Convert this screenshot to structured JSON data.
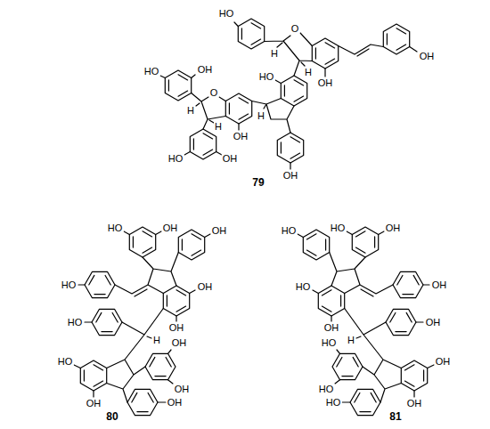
{
  "diagram": {
    "labels": [
      "HO",
      "O",
      "H",
      "H",
      "OH",
      "OH",
      "HO",
      "H",
      "OH",
      "O",
      "OH",
      "HO",
      "H",
      "HO",
      "OH",
      "H",
      "OH",
      "79",
      "HO",
      "OH",
      "OH",
      "HO",
      "OH",
      "OH",
      "HO",
      "H",
      "HO",
      "OH",
      "OH",
      "OH",
      "OH",
      "80",
      "OH",
      "HO",
      "HO",
      "OH",
      "HO",
      "OH",
      "OH",
      "H",
      "OH",
      "OH",
      "HO",
      "HO",
      "HO",
      "81"
    ]
  }
}
